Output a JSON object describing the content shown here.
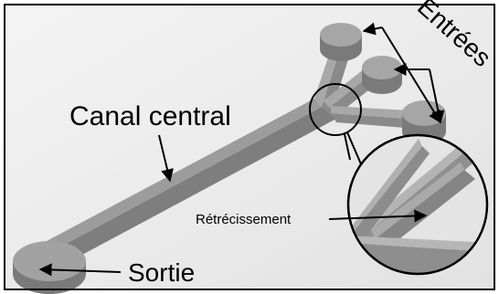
{
  "labels": {
    "inputs": "Entrées",
    "central_channel": "Canal central",
    "outlet": "Sortie",
    "constriction": "Rétrécissement"
  },
  "colors": {
    "background": "#ececec",
    "channel_top": "#9c9c9c",
    "channel_side": "#7e7e7e",
    "annotation": "#000000"
  }
}
